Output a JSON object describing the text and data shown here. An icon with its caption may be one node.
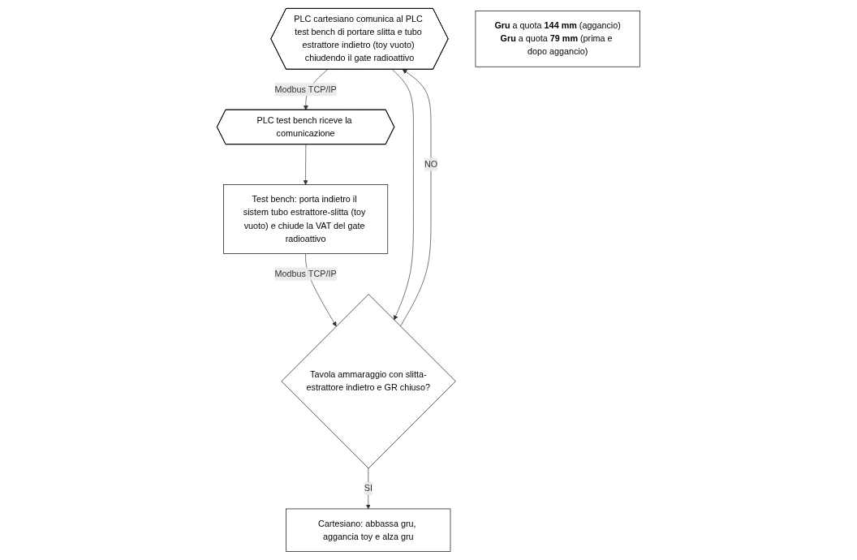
{
  "diagram": {
    "nodes": [
      {
        "text": [
          "PLC cartesiano comunica al PLC test bench di portare slitta e tubo estrattore indietro (toy vuoto) chiudendo il gate radioattivo"
        ]
      },
      {
        "text": [
          "PLC test bench riceve la comunicazione"
        ]
      },
      {
        "text": [
          "Tavola ammaraggio con slitta-estrattore indietro e GR chiuso?"
        ]
      },
      {
        "text": [
          "Test bench: porta indietro il sistem tubo estrattore-slitta (toy vuoto) e chiude la VAT del gate radioattivo"
        ]
      },
      {
        "text": [
          "Cartesiano: abbassa gru, aggancia toy e alza gru"
        ]
      },
      {
        "text": [
          "**Gru** a quota **144 mm** (aggancio)",
          "**Gru** a quota **79 mm** (prima e dopo aggancio)"
        ]
      }
    ],
    "edges": [
      {
        "from": 0,
        "to": 1,
        "arrow": "to",
        "label": "Modbus TCP/IP"
      },
      {
        "from": 1,
        "to": 3,
        "arrow": "to"
      },
      {
        "from": 3,
        "to": 2,
        "arrow": "to",
        "label": "Modbus TCP/IP"
      },
      {
        "from": 0,
        "to": 2,
        "arrow": "to"
      },
      {
        "from": 2,
        "to": 0,
        "arrow": "to",
        "label": "NO"
      },
      {
        "from": 2,
        "to": 4,
        "arrow": "to",
        "label": "SI"
      }
    ]
  }
}
